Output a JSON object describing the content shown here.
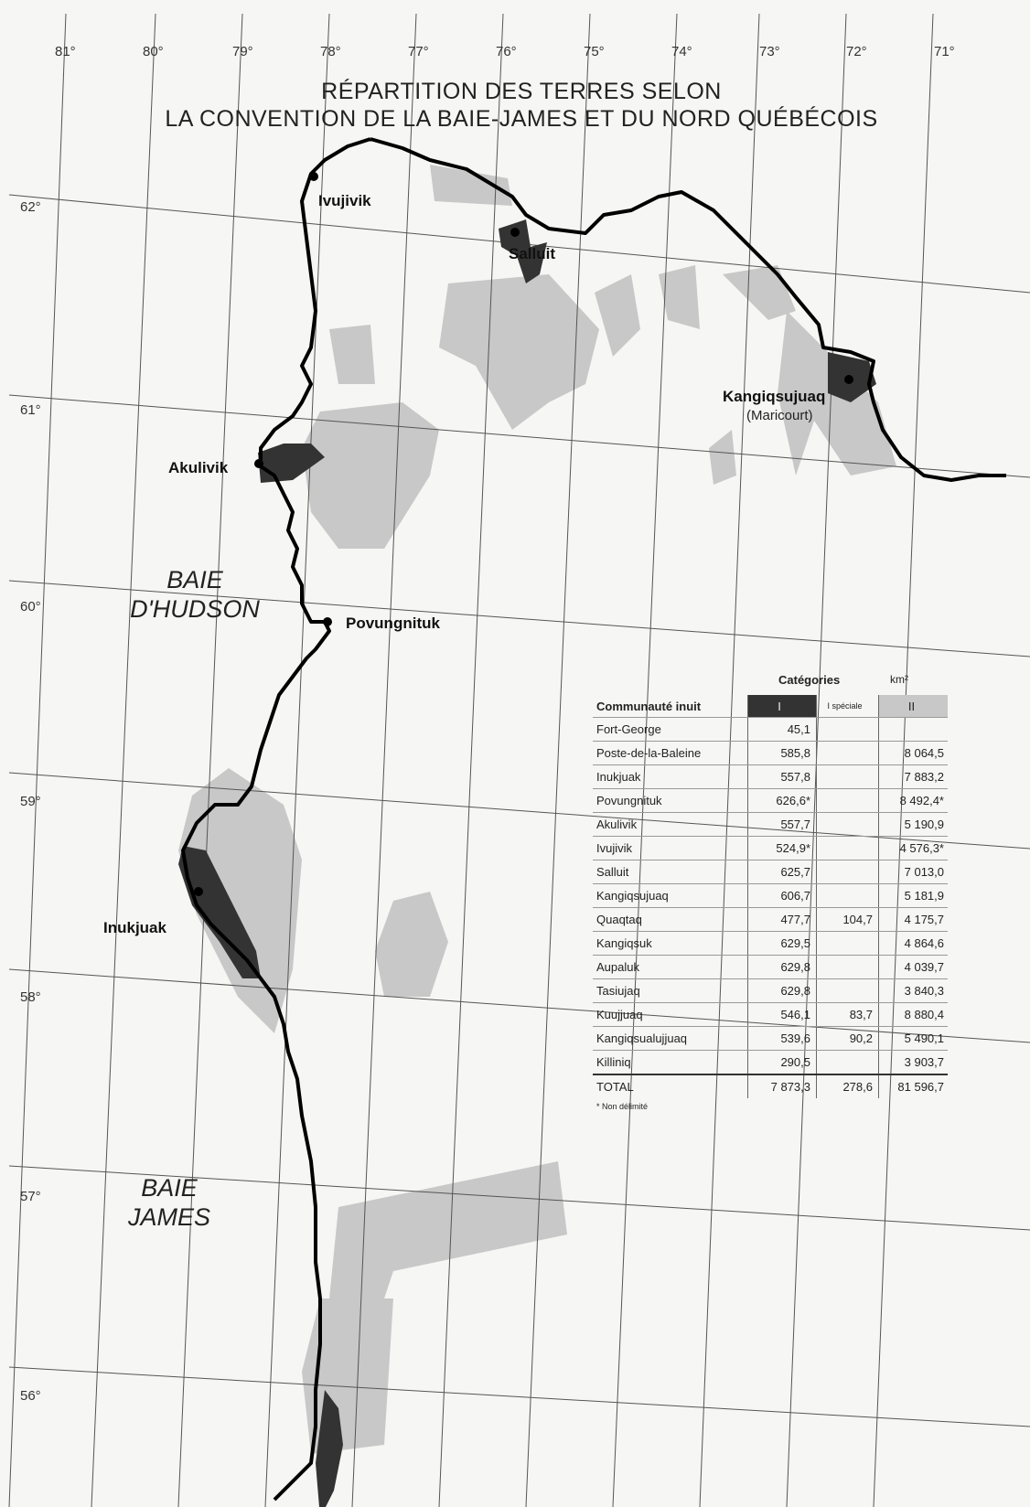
{
  "title_line1": "RÉPARTITION DES TERRES SELON",
  "title_line2": "LA CONVENTION DE LA BAIE-JAMES ET DU NORD QUÉBÉCOIS",
  "longitudes": [
    "81°",
    "80°",
    "79°",
    "78°",
    "77°",
    "76°",
    "75°",
    "74°",
    "73°",
    "72°",
    "71°"
  ],
  "latitudes": [
    "62°",
    "61°",
    "60°",
    "59°",
    "58°",
    "57°",
    "56°"
  ],
  "places": {
    "ivujivik": "Ivujivik",
    "salluit": "Salluit",
    "kangiqsujuaq": "Kangiqsujuaq",
    "maricourt": "(Maricourt)",
    "akulivik": "Akulivik",
    "povungnituk": "Povungnituk",
    "inukjuak": "Inukjuak"
  },
  "seas": {
    "hudson_1": "BAIE",
    "hudson_2": "D'HUDSON",
    "james_1": "BAIE",
    "james_2": "JAMES"
  },
  "table": {
    "categories_label": "Catégories",
    "unit": "km²",
    "col_name": "Communauté inuit",
    "col_i": "I",
    "col_i_special": "I spéciale",
    "col_ii": "II",
    "rows": [
      {
        "name": "Fort-George",
        "i": "45,1",
        "is": "",
        "ii": ""
      },
      {
        "name": "Poste-de-la-Baleine",
        "i": "585,8",
        "is": "",
        "ii": "8 064,5"
      },
      {
        "name": "Inukjuak",
        "i": "557,8",
        "is": "",
        "ii": "7 883,2"
      },
      {
        "name": "Povungnituk",
        "i": "626,6*",
        "is": "",
        "ii": "8 492,4*"
      },
      {
        "name": "Akulivik",
        "i": "557,7",
        "is": "",
        "ii": "5 190,9"
      },
      {
        "name": "Ivujivik",
        "i": "524,9*",
        "is": "",
        "ii": "4 576,3*"
      },
      {
        "name": "Salluit",
        "i": "625,7",
        "is": "",
        "ii": "7 013,0"
      },
      {
        "name": "Kangiqsujuaq",
        "i": "606,7",
        "is": "",
        "ii": "5 181,9"
      },
      {
        "name": "Quaqtaq",
        "i": "477,7",
        "is": "104,7",
        "ii": "4 175,7"
      },
      {
        "name": "Kangiqsuk",
        "i": "629,5",
        "is": "",
        "ii": "4 864,6"
      },
      {
        "name": "Aupaluk",
        "i": "629,8",
        "is": "",
        "ii": "4 039,7"
      },
      {
        "name": "Tasiujaq",
        "i": "629,8",
        "is": "",
        "ii": "3 840,3"
      },
      {
        "name": "Kuujjuaq",
        "i": "546,1",
        "is": "83,7",
        "ii": "8 880,4"
      },
      {
        "name": "Kangiqsualujjuaq",
        "i": "539,6",
        "is": "90,2",
        "ii": "5 490,1"
      },
      {
        "name": "Killiniq",
        "i": "290,5",
        "is": "",
        "ii": "3 903,7"
      }
    ],
    "total": {
      "name": "TOTAL",
      "i": "7 873,3",
      "is": "278,6",
      "ii": "81 596,7"
    },
    "footnote": "* Non délimité"
  },
  "colors": {
    "category_i": "#333333",
    "category_ii": "#c8c8c8",
    "background": "#f6f6f4"
  }
}
